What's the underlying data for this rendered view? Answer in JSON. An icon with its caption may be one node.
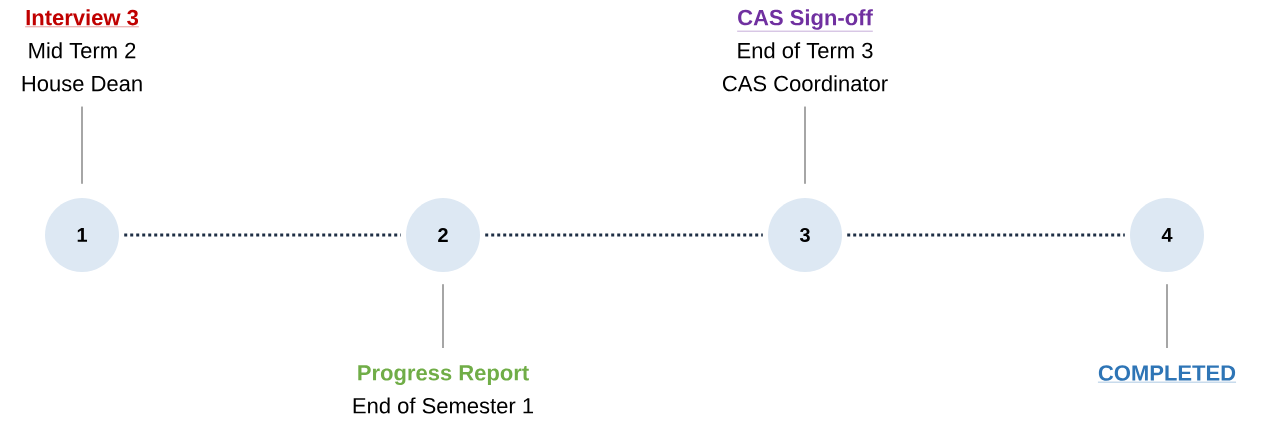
{
  "diagram": {
    "nodes": [
      {
        "text": [
          "Interview 3",
          "Mid Term 2",
          "House Dean"
        ]
      },
      {
        "text": [
          "CAS Sign-off",
          "End of Term 3",
          "CAS Coordinator"
        ]
      },
      {
        "text": [
          "1"
        ]
      },
      {
        "text": [
          "2"
        ]
      },
      {
        "text": [
          "3"
        ]
      },
      {
        "text": [
          "4"
        ]
      },
      {
        "text": [
          "Progress Report",
          "End of Semester 1"
        ]
      },
      {
        "text": [
          "COMPLETED"
        ]
      }
    ],
    "edges": [
      {
        "from": 2,
        "to": 3,
        "arrow": "none",
        "style": "dashed",
        "color": "#1f2f45"
      },
      {
        "from": 3,
        "to": 4,
        "arrow": "none",
        "style": "dashed",
        "color": "#1f2f45"
      },
      {
        "from": 4,
        "to": 5,
        "arrow": "none",
        "style": "dashed",
        "color": "#1f2f45"
      },
      {
        "from": 0,
        "to": 2,
        "arrow": "none"
      },
      {
        "from": 3,
        "to": 6,
        "arrow": "none"
      },
      {
        "from": 1,
        "to": 4,
        "arrow": "none"
      },
      {
        "from": 5,
        "to": 7,
        "arrow": "none"
      }
    ]
  }
}
